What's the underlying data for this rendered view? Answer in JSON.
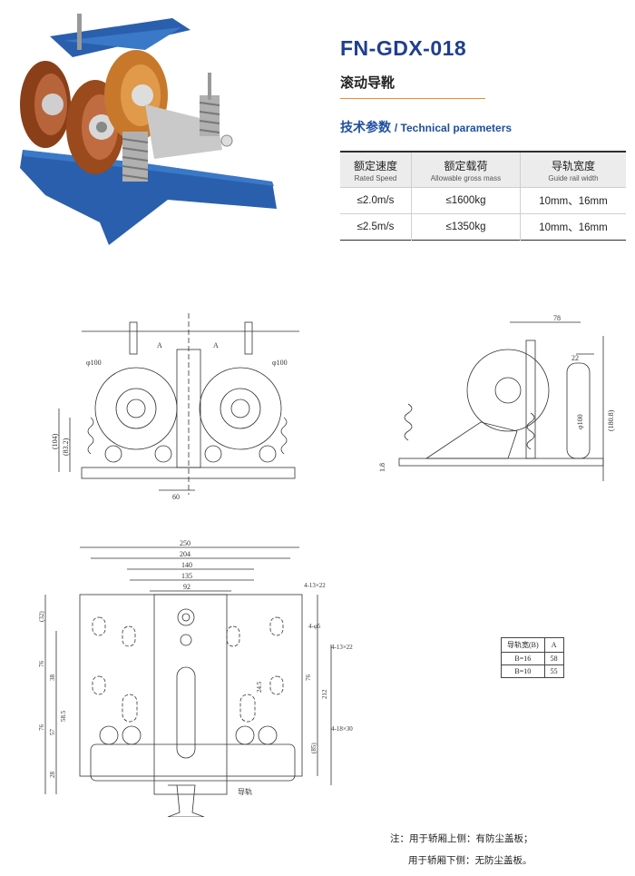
{
  "product": {
    "code": "FN-GDX-018",
    "name_zh": "滚动导靴"
  },
  "tech": {
    "heading_zh": "技术参数",
    "heading_en": "/ Technical parameters"
  },
  "spec_table": {
    "headers": [
      {
        "zh": "额定速度",
        "en": "Rated Speed"
      },
      {
        "zh": "额定载荷",
        "en": "Allowable gross mass"
      },
      {
        "zh": "导轨宽度",
        "en": "Guide rail width"
      }
    ],
    "rows": [
      [
        "≤2.0m/s",
        "≤1600kg",
        "10mm、16mm"
      ],
      [
        "≤2.5m/s",
        "≤1350kg",
        "10mm、16mm"
      ]
    ]
  },
  "drawing_front": {
    "dims": {
      "d1": "φ100",
      "d2": "φ100",
      "a1": "A",
      "a2": "A",
      "h104": "(104)",
      "h83": "(83.2)",
      "w60": "60"
    }
  },
  "drawing_side": {
    "dims": {
      "w78": "78",
      "w22": "22",
      "d100": "φ100",
      "h180": "(180.8)",
      "h18": "1.8"
    }
  },
  "drawing_plan": {
    "dims": {
      "w250": "250",
      "w204": "204",
      "w140": "140",
      "w135": "135",
      "w92": "92",
      "h32": "(32)",
      "h76a": "76",
      "h38": "38",
      "h76b": "76",
      "h57": "57",
      "h58": "58.5",
      "h28": "28",
      "h245": "24.5",
      "h76c": "76",
      "h212": "212",
      "h85": "(85)",
      "callout1": "4-13×22",
      "callout2": "4-φ5",
      "callout3": "4-13×22",
      "callout4": "4-18×30",
      "rail_label": "导轨"
    }
  },
  "rail_table": {
    "headers": [
      "导轨宽(B)",
      "A"
    ],
    "rows": [
      [
        "B=16",
        "58"
      ],
      [
        "B=10",
        "55"
      ]
    ]
  },
  "note": {
    "line1": "注：用于轿厢上侧：有防尘盖板；",
    "line2": "用于轿厢下侧：无防尘盖板。"
  },
  "colors": {
    "title": "#1f3f8f",
    "accent_rule": "#f08a2a",
    "plate": "#2a5fae",
    "roller": "#9a4a1c"
  }
}
